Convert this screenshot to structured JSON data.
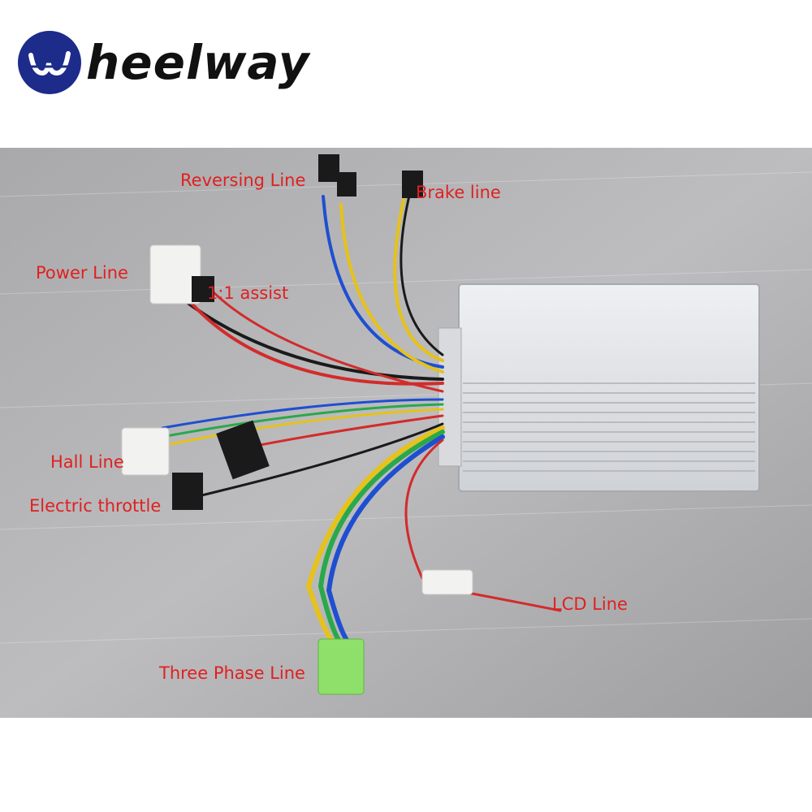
{
  "brand": {
    "logo_text": "heelway",
    "logo_color": "#1d2b8a"
  },
  "photo": {
    "subject": "controller-with-wiring",
    "label_color": "#e02020"
  },
  "labels": {
    "reversing": "Reversing Line",
    "brake": "Brake line",
    "power": "Power Line",
    "assist": "1:1 assist",
    "hall": "Hall Line",
    "throttle": "Electric throttle",
    "lcd": "LCD Line",
    "three_phase": "Three Phase Line"
  }
}
